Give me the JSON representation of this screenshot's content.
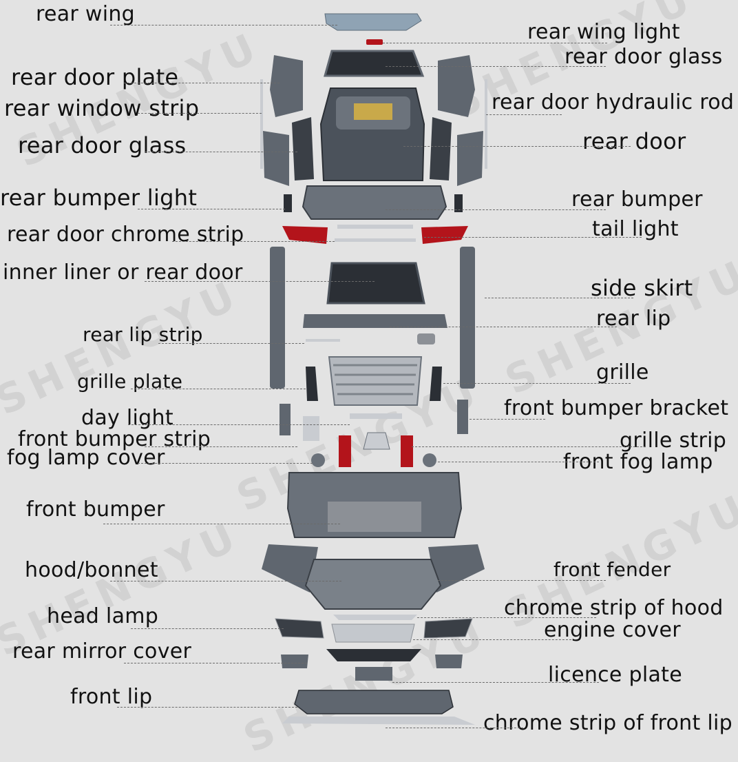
{
  "watermark": {
    "text": "SHENGYU"
  },
  "labels": {
    "rear_wing": "rear wing",
    "rear_wing_light": "rear wing light",
    "rear_door_glass_top": "rear door glass",
    "rear_door_plate": "rear door plate",
    "rear_window_strip": "rear window strip",
    "rear_door_hydraulic_rod": "rear door hydraulic rod",
    "rear_door_glass_left": "rear door glass",
    "rear_door": "rear door",
    "rear_bumper_light": "rear bumper light",
    "rear_bumper": "rear bumper",
    "tail_light": "tail light",
    "rear_door_chrome_strip": "rear door chrome strip",
    "inner_liner": "inner liner or rear door",
    "side_skirt": "side skirt",
    "rear_lip": "rear lip",
    "rear_lip_strip": "rear lip strip",
    "grille": "grille",
    "grille_plate": "grille plate",
    "front_bumper_bracket": "front bumper bracket",
    "day_light": "day light",
    "front_bumper_strip": "front bumper strip",
    "grille_strip": "grille strip",
    "fog_lamp_cover": "fog lamp cover",
    "front_fog_lamp": "front fog lamp",
    "front_bumper": "front bumper",
    "hood_bonnet": "hood/bonnet",
    "front_fender": "front fender",
    "chrome_strip_of_hood": "chrome strip of hood",
    "head_lamp": "head lamp",
    "engine_cover": "engine cover",
    "rear_mirror_cover": "rear mirror cover",
    "licence_plate": "licence plate",
    "front_lip": "front lip",
    "chrome_strip_of_front_lip": "chrome strip of front lip"
  },
  "colors": {
    "background": "#e3e3e3",
    "part_gray": "#5f666f",
    "part_dark": "#2b2f35",
    "chrome": "#c9ccd1",
    "light_red": "#b3141b",
    "wing_blue": "#8fa3b4"
  }
}
